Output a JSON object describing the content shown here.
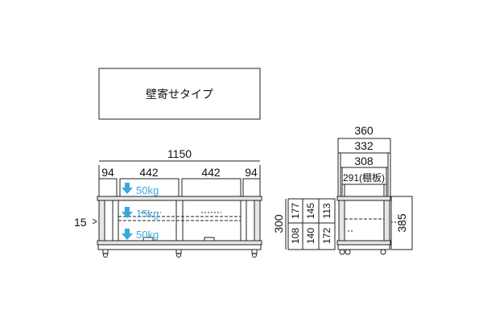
{
  "title": "壁寄せタイプ",
  "front": {
    "total_width": "1150",
    "segments": [
      "94",
      "442",
      "442",
      "94"
    ],
    "loads": [
      "50kg",
      "15kg",
      "50kg"
    ],
    "side_dim": "15"
  },
  "side": {
    "widths": [
      "360",
      "332",
      "308",
      "291(棚板)"
    ],
    "height_overall": "300",
    "height_total": "385",
    "shelf_cols": [
      {
        "top": "177",
        "bottom": "108"
      },
      {
        "top": "145",
        "bottom": "140"
      },
      {
        "top": "113",
        "bottom": "172"
      }
    ]
  },
  "colors": {
    "line": "#222222",
    "panel_fill": "#e6e6e6",
    "load": "#3aa8e0"
  }
}
